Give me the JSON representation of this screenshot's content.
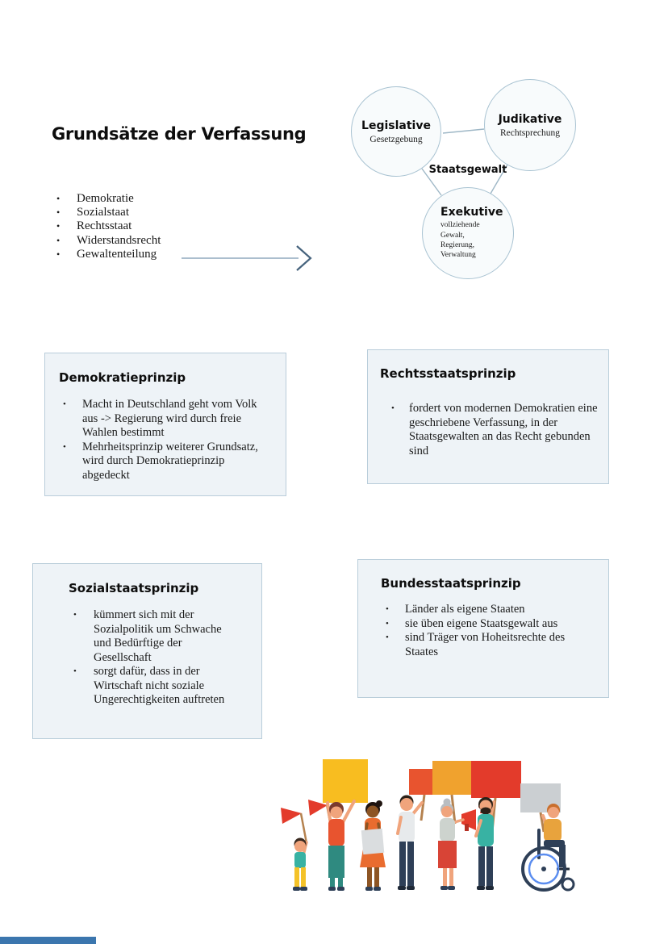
{
  "page": {
    "title": "Grundsätze der Verfassung"
  },
  "principles": {
    "items": [
      "Demokratie",
      "Sozialstaat",
      "Rechtsstaat",
      "Widerstandsrecht",
      "Gewaltenteilung"
    ]
  },
  "diagram": {
    "center_label": "Staatsgewalt",
    "legislative": {
      "title": "Legislative",
      "subtitle": "Gesetzgebung"
    },
    "judikative": {
      "title": "Judikative",
      "subtitle": "Rechtsprechung"
    },
    "exekutive": {
      "title": "Exekutive",
      "subtitle": "vollziehende\nGewalt,\nRegierung,\nVerwaltung"
    }
  },
  "boxes": {
    "demokratie": {
      "title": "Demokratieprinzip",
      "bullets": [
        "Macht in Deutschland geht vom Volk aus -> Regierung wird durch freie Wahlen bestimmt",
        "Mehrheitsprinzip weiterer Grundsatz, wird durch Demokratieprinzip abgedeckt"
      ]
    },
    "rechtsstaat": {
      "title": "Rechtsstaatsprinzip",
      "bullets": [
        "fordert von modernen Demokratien eine geschriebene Verfassung, in der Staatsgewalten an das Recht gebunden sind"
      ]
    },
    "sozialstaat": {
      "title": "Sozialstaatsprinzip",
      "bullets": [
        "kümmert sich mit der Sozialpolitik um Schwache und Bedürftige der Gesellschaft",
        "sorgt dafür, dass in der Wirtschaft nicht soziale Ungerechtigkeiten auftreten"
      ]
    },
    "bundesstaat": {
      "title": "Bundesstaatsprinzip",
      "bullets": [
        "Länder als eigene Staaten",
        "sie üben eigene Staatsgewalt aus",
        "sind Träger von Hoheitsrechte des Staates"
      ]
    }
  },
  "illustration_name": "protest-crowd",
  "colors": {
    "box_fill": "#eef3f7",
    "box_border": "#b9cdda",
    "circle_border": "#a9c3d2",
    "edge_accent_blue": "#3b76ae",
    "sign_yellow": "#F8BD20",
    "sign_orange": "#E8542F",
    "sign_red": "#E33B2B",
    "sign_gray": "#CBCFD2"
  }
}
